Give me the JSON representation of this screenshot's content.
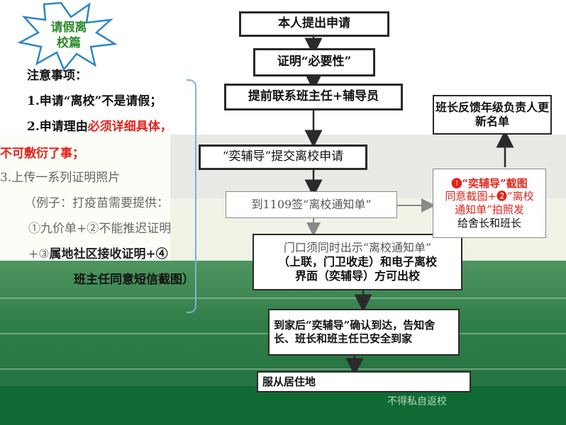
{
  "star_title": "请假离\n校篇",
  "notes": {
    "heading": "注意事项：",
    "item1": "1.申请“离校”不是请假；",
    "item2_prefix": "2.申请理由",
    "item2_red": "必须详细具体，",
    "item2_cont": "不可敷衍了事；",
    "item3": "3.上传一系列证明照片",
    "example": "（例子：打疫苗需要提供：",
    "ex1": "①九价单+②不能推迟证明",
    "ex2_prefix": "+③",
    "ex2_bold": "属地社区接收证明+④",
    "ex3": "班主任同意短信截图）"
  },
  "flow": {
    "step1": "本人提出申请",
    "step2": "证明“必要性”",
    "step3": "提前联系班主任+辅导员",
    "step4": "“奕辅导”提交离校申请",
    "step5": "到1109签“离校通知单”",
    "step6a": "门口须同时出示“离校通知单”",
    "step6b": "（上联，门卫收走）和电子离校",
    "step6c": "界面（奕辅导）方可出校",
    "step7": "到家后“奕辅导”确认到达，告知舍长、班长和班主任已安全到家",
    "step8": "服从居住地",
    "side1": "班长反馈年级负责人更新名单",
    "side2a": "❶“奕辅导”截图",
    "side2b": "同意截图+❷“离校",
    "side2c": "通知单”拍照发",
    "side2d": "给舍长和班长",
    "footer": "不得私自返校"
  },
  "colors": {
    "accent_red": "#e2231a",
    "bottom_green": "#2f7d48",
    "bracket_blue": "#7fb0d6"
  }
}
